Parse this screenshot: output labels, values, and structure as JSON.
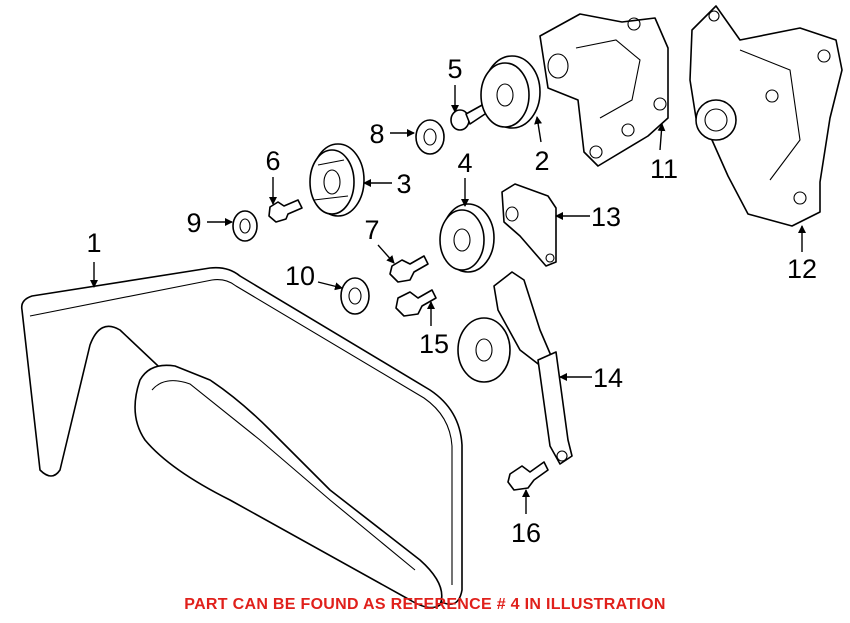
{
  "diagram": {
    "labels": [
      "1",
      "2",
      "3",
      "4",
      "5",
      "6",
      "7",
      "8",
      "9",
      "10",
      "11",
      "12",
      "13",
      "14",
      "15",
      "16"
    ],
    "line_color": "#000000",
    "background": "#ffffff"
  },
  "caption": {
    "text": "PART CAN BE FOUND AS REFERENCE # 4 IN ILLUSTRATION",
    "color": "#e0201b"
  }
}
